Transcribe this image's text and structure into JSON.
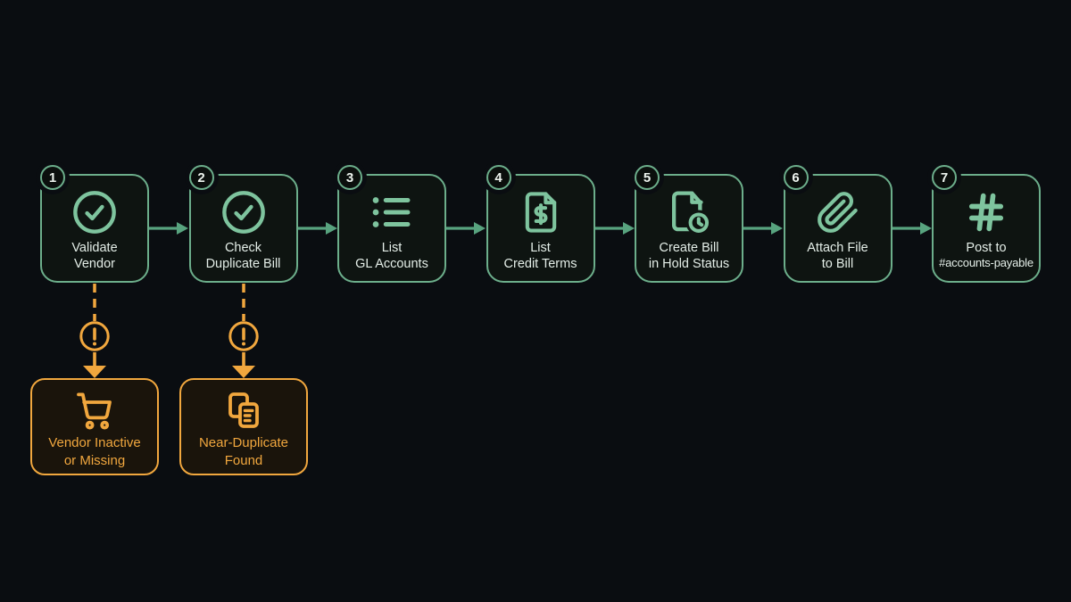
{
  "colors": {
    "bg": "#0a0d11",
    "box_fill": "#0e1411",
    "green": "#6cae8b",
    "green_icon": "#7ec49e",
    "arrow": "#58a37f",
    "text": "#e4eee8",
    "badge_text": "#eef4ef",
    "orange": "#f1a73e",
    "orange_fill": "#1a140b"
  },
  "flow": {
    "steps": [
      {
        "number": "1",
        "line1": "Validate",
        "line2": "Vendor",
        "icon": "check-circle-icon"
      },
      {
        "number": "2",
        "line1": "Check",
        "line2": "Duplicate Bill",
        "icon": "check-circle-icon"
      },
      {
        "number": "3",
        "line1": "List",
        "line2": "GL Accounts",
        "icon": "list-icon"
      },
      {
        "number": "4",
        "line1": "List",
        "line2": "Credit Terms",
        "icon": "file-dollar-icon"
      },
      {
        "number": "5",
        "line1": "Create Bill",
        "line2": "in Hold Status",
        "icon": "file-clock-icon"
      },
      {
        "number": "6",
        "line1": "Attach File",
        "line2": "to Bill",
        "icon": "paperclip-icon"
      },
      {
        "number": "7",
        "line1": "Post to",
        "line2": "#accounts-payable",
        "icon": "hash-icon"
      }
    ]
  },
  "exceptions": [
    {
      "from_step": "1",
      "line1": "Vendor Inactive",
      "line2": "or Missing",
      "icon": "shopping-cart-icon"
    },
    {
      "from_step": "2",
      "line1": "Near-Duplicate",
      "line2": "Found",
      "icon": "copy-documents-icon"
    }
  ]
}
